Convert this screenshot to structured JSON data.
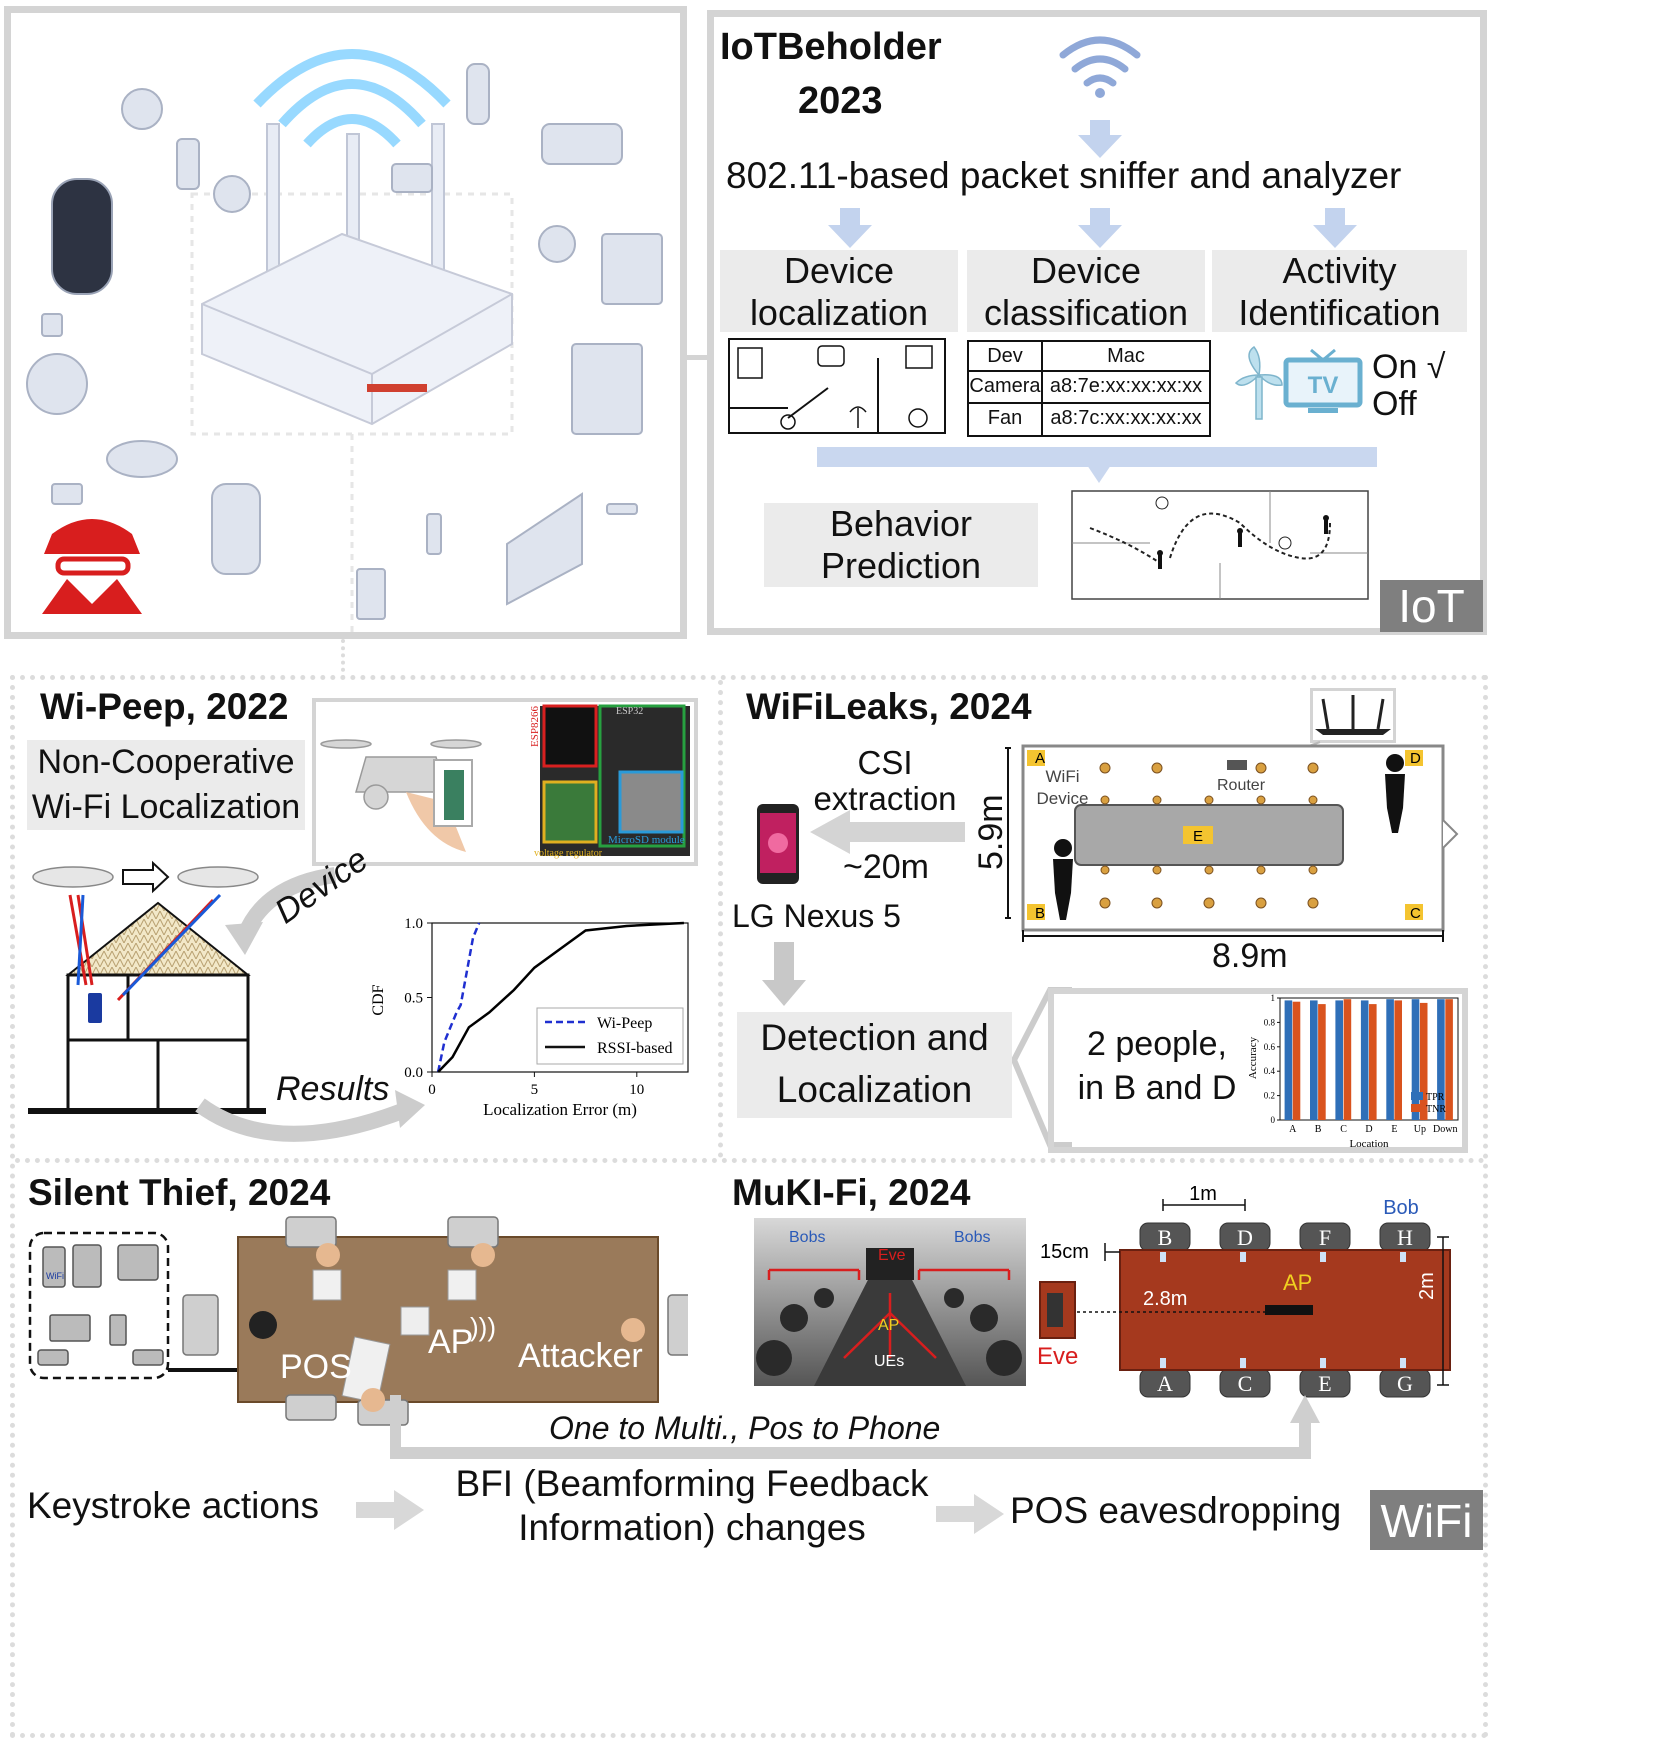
{
  "iot": {
    "title": "IoTBeholder",
    "year": "2023",
    "sniffer": "802.11-based packet sniffer and analyzer",
    "loc": "Device localization",
    "cls": "Device classification",
    "act": "Activity Identification",
    "table": {
      "h_dev": "Dev",
      "h_mac": "Mac",
      "rows": [
        {
          "dev": "Camera",
          "mac": "a8:7e:xx:xx:xx:xx"
        },
        {
          "dev": "Fan",
          "mac": "a8:7c:xx:xx:xx:xx"
        }
      ]
    },
    "tv": "TV",
    "on": "On √",
    "off": "Off",
    "behavior": "Behavior Prediction",
    "badge": "IoT"
  },
  "wipeep": {
    "title": "Wi-Peep, 2022",
    "subtitle": "Non-Cooperative Wi-Fi Localization",
    "device": "Device",
    "results": "Results",
    "esp": "ESP8266",
    "esp32": "ESP32",
    "microsd": "MicroSD module",
    "regulator": "voltage regulator",
    "chart": {
      "ylabel": "CDF",
      "xlabel": "Localization Error (m)",
      "legend1": "Wi-Peep",
      "legend2": "RSSI-based"
    }
  },
  "wifileaks": {
    "title": "WiFiLeaks, 2024",
    "csi": "CSI extraction",
    "dist": "~20m",
    "phone": "LG Nexus 5",
    "height": "5.9m",
    "width": "8.9m",
    "wifi_device": "WiFi Device",
    "router": "Router",
    "zones": [
      "A",
      "B",
      "C",
      "D",
      "E"
    ],
    "detect": "Detection and Localization",
    "people": "2 people, in B and D",
    "chart": {
      "ylabel": "Accuracy",
      "xlabel": "Location",
      "legend": [
        "TPR",
        "TNR"
      ]
    }
  },
  "silent": {
    "title": "Silent Thief, 2024",
    "pos": "POS",
    "ap": "AP",
    "attacker": "Attacker",
    "wifi": "WiFi"
  },
  "mukifi": {
    "title": "MuKI-Fi, 2024",
    "bobs": "Bobs",
    "eve": "Eve",
    "ap": "AP",
    "ues": "UEs",
    "d1m": "1m",
    "d15cm": "15cm",
    "d28m": "2.8m",
    "d2m": "2m",
    "bob": "Bob",
    "top_seats": [
      "B",
      "D",
      "F",
      "H"
    ],
    "bottom_seats": [
      "A",
      "C",
      "E",
      "G"
    ]
  },
  "flow": {
    "one_to_multi": "One to Multi., Pos to Phone",
    "keystroke": "Keystroke actions",
    "bfi": "BFI (Beamforming Feedback Information) changes",
    "eaves": "POS eavesdropping",
    "badge": "WiFi"
  },
  "chart_data": [
    {
      "type": "line",
      "title": "",
      "xlabel": "Localization Error (m)",
      "ylabel": "CDF",
      "xlim": [
        0,
        12.5
      ],
      "ylim": [
        0,
        1
      ],
      "xticks": [
        0,
        5,
        10
      ],
      "yticks": [
        0.0,
        0.5,
        1.0
      ],
      "legend_position": "bottom-right",
      "series": [
        {
          "name": "Wi-Peep",
          "style": "dashed",
          "color": "#1f2fd0",
          "x": [
            0.3,
            0.6,
            0.9,
            1.2,
            1.4,
            1.6,
            1.8,
            2.0,
            2.3
          ],
          "y": [
            0.0,
            0.2,
            0.3,
            0.4,
            0.45,
            0.6,
            0.75,
            0.9,
            1.0
          ]
        },
        {
          "name": "RSSI-based",
          "style": "solid",
          "color": "#000000",
          "x": [
            0.3,
            1.0,
            1.8,
            2.8,
            4.0,
            5.0,
            6.5,
            7.5,
            9.5,
            12.3
          ],
          "y": [
            0.0,
            0.1,
            0.3,
            0.4,
            0.55,
            0.7,
            0.85,
            0.95,
            0.98,
            1.0
          ]
        }
      ]
    },
    {
      "type": "bar",
      "title": "",
      "xlabel": "Location",
      "ylabel": "Accuracy",
      "ylim": [
        0,
        1
      ],
      "yticks": [
        0,
        0.2,
        0.4,
        0.6,
        0.8,
        1
      ],
      "legend_position": "bottom-right",
      "categories": [
        "A",
        "B",
        "C",
        "D",
        "E",
        "Up",
        "Down"
      ],
      "series": [
        {
          "name": "TPR",
          "color": "#2f6fb8",
          "values": [
            0.98,
            0.98,
            0.98,
            0.98,
            0.99,
            0.99,
            0.99
          ]
        },
        {
          "name": "TNR",
          "color": "#d9531e",
          "values": [
            0.97,
            0.95,
            0.99,
            0.95,
            0.98,
            0.96,
            0.99
          ]
        }
      ]
    }
  ]
}
